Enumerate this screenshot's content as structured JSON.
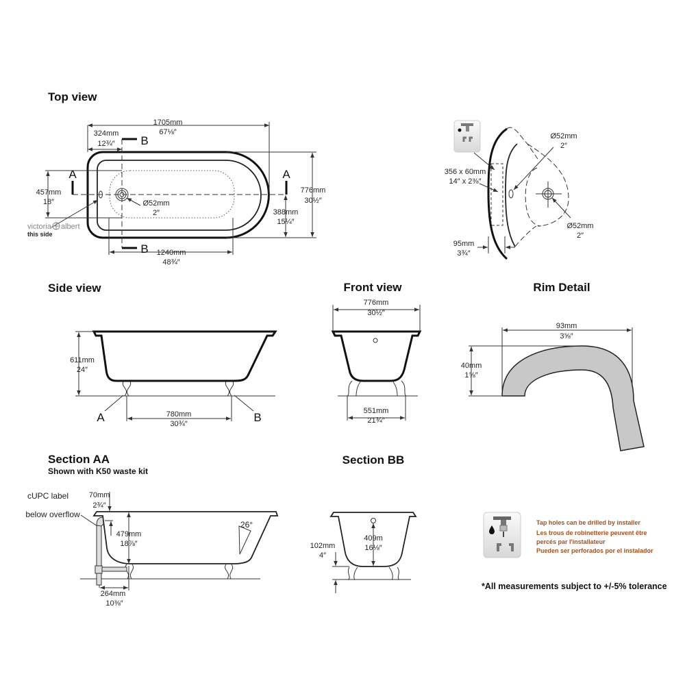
{
  "top_view": {
    "title": "Top view",
    "length_mm": "1705mm",
    "length_in": "67⅛″",
    "offset_mm": "324mm",
    "offset_in": "12¾″",
    "width_mm": "776mm",
    "width_in": "30½″",
    "half_mm": "388mm",
    "half_in": "15¼″",
    "inner_mm": "457mm",
    "inner_in": "18″",
    "drain_mm": "Ø52mm",
    "drain_in": "2″",
    "base_mm": "1240mm",
    "base_in": "48¾″",
    "section_a": "A",
    "section_b": "B",
    "brand_left": "victoria",
    "brand_right": "albert",
    "brand_note": "this side"
  },
  "detail_view": {
    "overflow_mm": "Ø52mm",
    "overflow_in": "2″",
    "tap_mm": "356 x 60mm",
    "tap_in": "14″ x 2⅜″",
    "drain_mm": "Ø52mm",
    "drain_in": "2″",
    "rim_mm": "95mm",
    "rim_in": "3¾″"
  },
  "side_view": {
    "title": "Side view",
    "height_mm": "611mm",
    "height_in": "24″",
    "feet_mm": "780mm",
    "feet_in": "30¾″",
    "section_a": "A",
    "section_b": "B"
  },
  "front_view": {
    "title": "Front view",
    "width_mm": "776mm",
    "width_in": "30½″",
    "feet_mm": "551mm",
    "feet_in": "21¾″"
  },
  "rim_detail": {
    "title": "Rim Detail",
    "width_mm": "93mm",
    "width_in": "3⅝″",
    "height_mm": "40mm",
    "height_in": "1⅝″",
    "color": "#c8c8c8"
  },
  "section_aa": {
    "title": "Section AA",
    "subtitle": "Shown with K50 waste kit",
    "rim_mm": "70mm",
    "rim_in": "2¾″",
    "label_1": "cUPC label",
    "label_2": "below overflow",
    "depth_mm": "479mm",
    "depth_in": "18⅞″",
    "angle": "26°",
    "waste_mm": "264mm",
    "waste_in": "10⅜″"
  },
  "section_bb": {
    "title": "Section BB",
    "depth_mm": "409m",
    "depth_in": "16⅛″",
    "clear_mm": "102mm",
    "clear_in": "4″"
  },
  "tap_note": {
    "icon": "tap-drill-icon",
    "lines": [
      "Tap holes can be drilled by installer",
      "Les trous de robinetterie peuvent être",
      "percés par l'installateur",
      "Pueden ser perforados por el instalador"
    ],
    "color": "#a5501e"
  },
  "tolerance": "*All measurements subject to +/-5% tolerance"
}
